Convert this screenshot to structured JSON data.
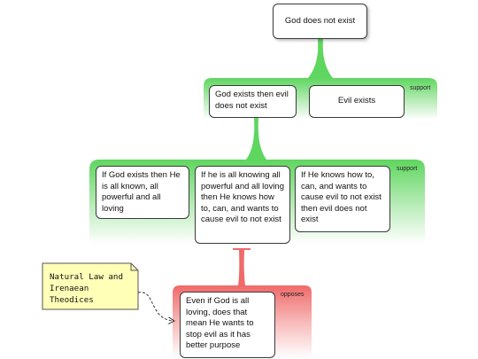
{
  "root": {
    "text": "God does not exist"
  },
  "groups": [
    {
      "relation": "support"
    },
    {
      "relation": "support"
    },
    {
      "relation": "opposes"
    }
  ],
  "nodes": {
    "premise_a": "God exists then evil does not exist",
    "premise_b": "Evil exists",
    "sub_a": "If God exists then He is all known, all powerful and all loving",
    "sub_b": "If he is all knowing all powerful and all loving then He knows how to, can, and wants to cause evil to not exist",
    "sub_c": "If He knows how to, can, and wants to cause evil to not exist then evil does not exist",
    "objection": "Even if God is all loving, does that mean He wants to stop evil as it has better purpose"
  },
  "note": {
    "text": "Natural Law and Irenaean Theodices"
  },
  "colors": {
    "support": "#5fd65f",
    "opposes": "#f06a6a",
    "note_fill": "#ffffb8"
  }
}
